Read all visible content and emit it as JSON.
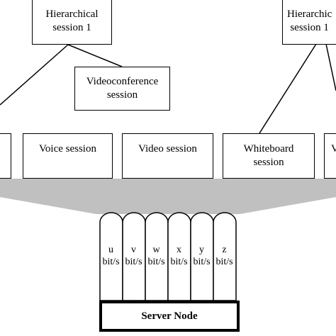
{
  "diagram": {
    "hierarchical_sessions": [
      {
        "label": "Hierarchical\nsession 1"
      },
      {
        "label": "Hierarchic\nsession 1"
      }
    ],
    "videoconference": {
      "label": "Videoconference\nsession"
    },
    "sessions": [
      {
        "label": "Voice session"
      },
      {
        "label": "Video session"
      },
      {
        "label": "Whiteboard\nsession"
      },
      {
        "label": "V"
      }
    ],
    "pipes": [
      {
        "label": "u\nbit/s"
      },
      {
        "label": "v\nbit/s"
      },
      {
        "label": "w\nbit/s"
      },
      {
        "label": "x\nbit/s"
      },
      {
        "label": "y\nbit/s"
      },
      {
        "label": "z\nbit/s"
      }
    ],
    "server": {
      "label": "Server Node"
    },
    "colors": {
      "funnel": "#c0c0c0",
      "stroke": "#000000",
      "background": "#ffffff"
    }
  }
}
